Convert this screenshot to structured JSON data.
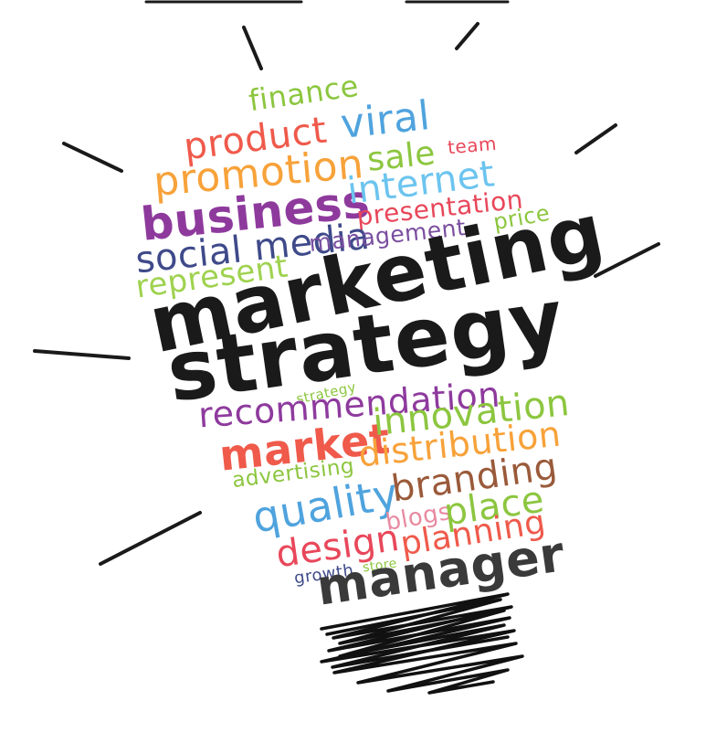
{
  "words": {
    "finance": {
      "text": "finance",
      "color": "#8cc63f"
    },
    "product": {
      "text": "product",
      "color": "#ef5a4b"
    },
    "viral": {
      "text": "viral",
      "color": "#4fa3de"
    },
    "promotion": {
      "text": "promotion",
      "color": "#f7a23a"
    },
    "sale": {
      "text": "sale",
      "color": "#8cc63f"
    },
    "team": {
      "text": "team",
      "color": "#e8475a"
    },
    "business": {
      "text": "business",
      "color": "#8e3a9d"
    },
    "internet": {
      "text": "internet",
      "color": "#6cc4ef"
    },
    "presentation": {
      "text": "presentation",
      "color": "#e8475a"
    },
    "social_media": {
      "text": "social media",
      "color": "#3f4a8a"
    },
    "management": {
      "text": "management",
      "color": "#7a4fa0"
    },
    "price": {
      "text": "price",
      "color": "#8cc63f"
    },
    "represent": {
      "text": "represent",
      "color": "#9fd24f"
    },
    "marketing": {
      "text": "marketing",
      "color": "#1a1a1a"
    },
    "strategy_big": {
      "text": "strategy",
      "color": "#1a1a1a"
    },
    "strategy_small": {
      "text": "strategy",
      "color": "#8cc63f"
    },
    "recommendation": {
      "text": "recommendation",
      "color": "#8e3a9d"
    },
    "market": {
      "text": "market",
      "color": "#ef5a4b"
    },
    "innovation": {
      "text": "innovation",
      "color": "#8cc63f"
    },
    "distribution": {
      "text": "distribution",
      "color": "#f7a23a"
    },
    "advertising": {
      "text": "advertising",
      "color": "#8cc63f"
    },
    "branding": {
      "text": "branding",
      "color": "#9a5a3a"
    },
    "quality": {
      "text": "quality",
      "color": "#4fa3de"
    },
    "blogs": {
      "text": "blogs",
      "color": "#e88aa0"
    },
    "place": {
      "text": "place",
      "color": "#8cc63f"
    },
    "design": {
      "text": "design",
      "color": "#e8475a"
    },
    "planning": {
      "text": "planning",
      "color": "#ef5a4b"
    },
    "growth": {
      "text": "growth",
      "color": "#3f4a8a"
    },
    "store": {
      "text": "store",
      "color": "#8cc63f"
    },
    "manager": {
      "text": "manager",
      "color": "#3a3a3a"
    }
  },
  "decorations": {
    "ray_color": "#1a1a1a",
    "base_scribble_color": "#111111",
    "top_bar_color": "#1a1a1a"
  }
}
